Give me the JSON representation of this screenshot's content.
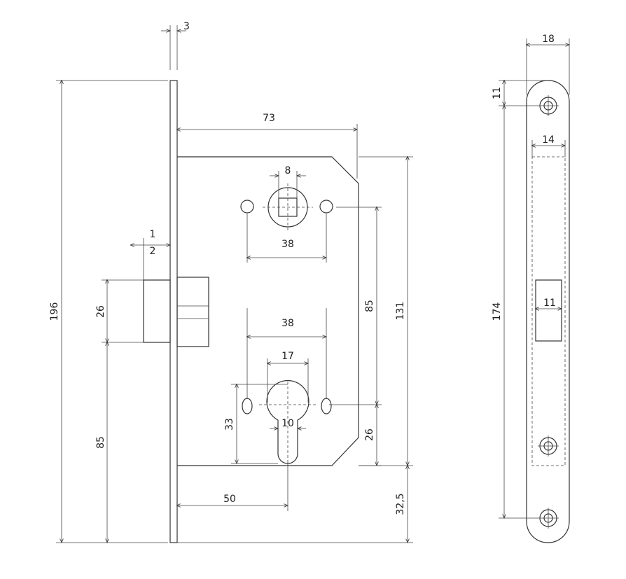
{
  "dimensions": {
    "plate_thickness": "3",
    "total_height": "196",
    "body_width": "73",
    "spindle_square": "8",
    "hole_spacing_top": "38",
    "latch_offset_1": "1",
    "latch_offset_2": "2",
    "latch_height": "26",
    "latch_to_bottom": "85",
    "hole_spacing_bottom": "38",
    "cylinder_width": "17",
    "cylinder_height": "33",
    "cylinder_slot": "10",
    "center_distance": "85",
    "body_height": "131",
    "lower_to_bottom": "26",
    "backset": "50",
    "body_to_end": "32,5",
    "faceplate_width": "18",
    "faceplate_top_hole": "11",
    "faceplate_inner_width": "14",
    "faceplate_screw_span": "174",
    "bolt_slot": "11"
  },
  "colors": {
    "stroke": "#333333",
    "background": "#ffffff"
  }
}
